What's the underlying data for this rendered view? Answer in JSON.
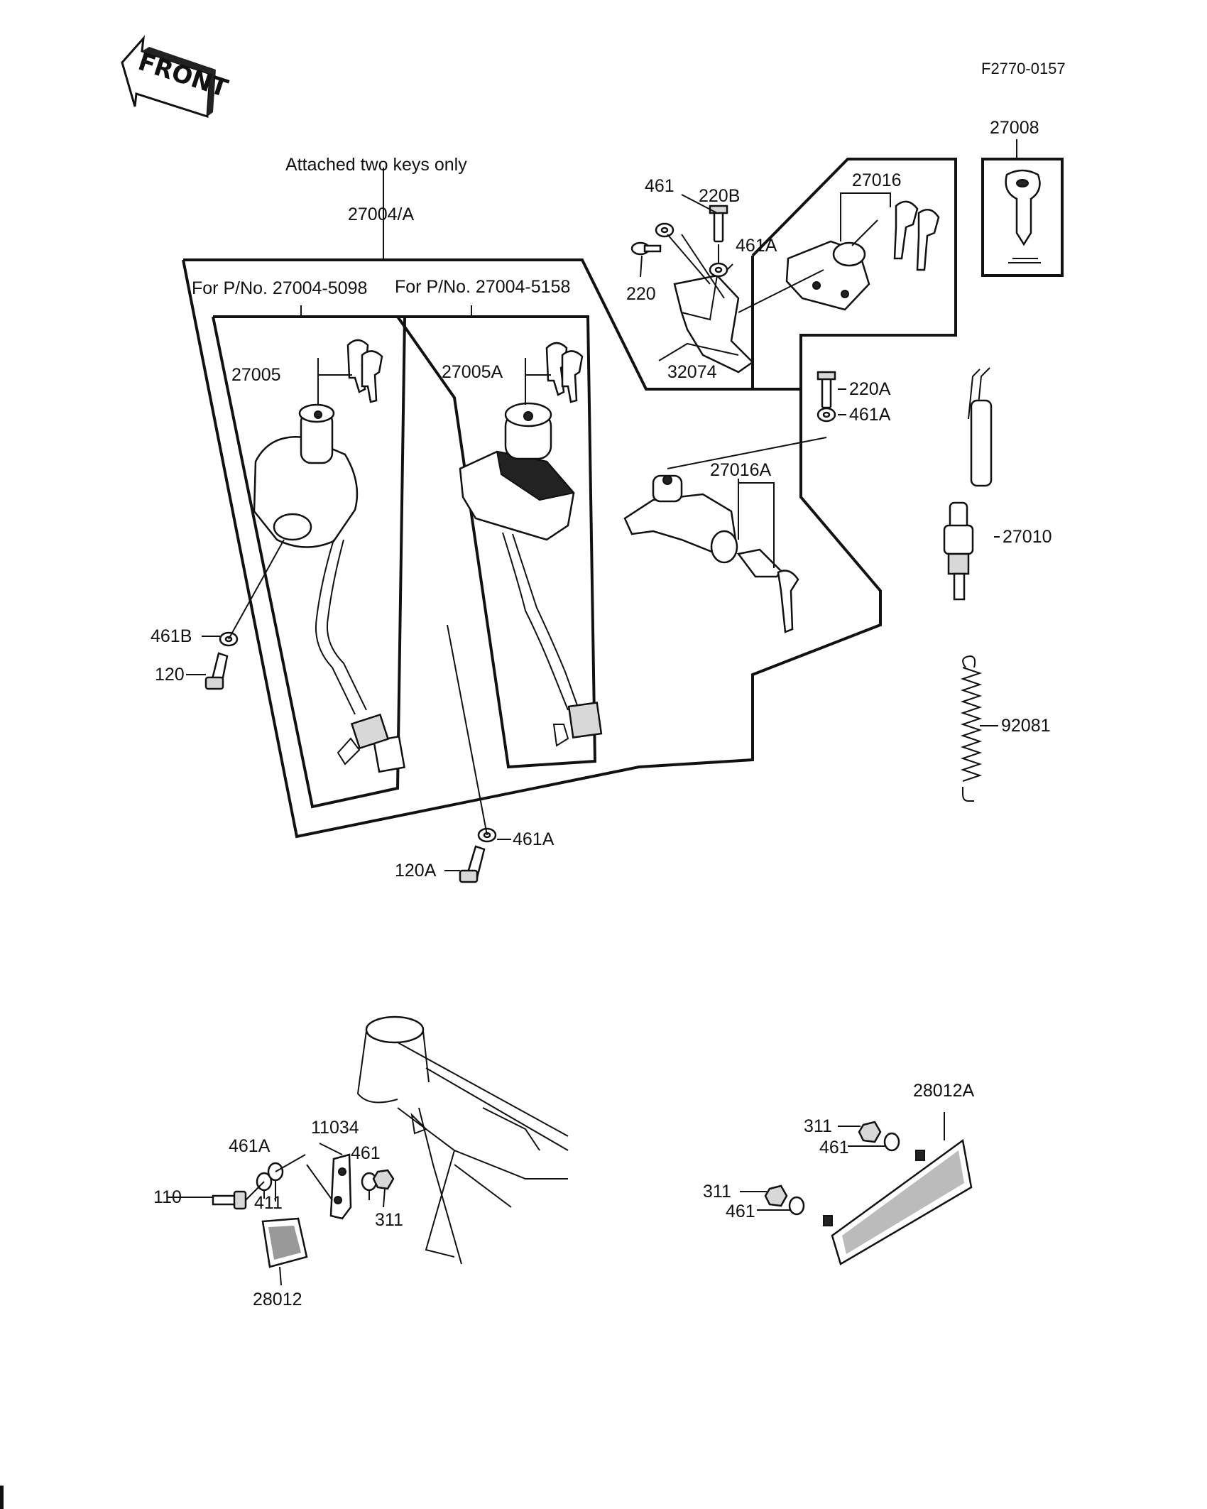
{
  "diagram_code": "F2770-0157",
  "front_label": "FRONT",
  "notes": {
    "keys_note": "Attached two keys only",
    "assembly": "27004/A",
    "variant_a": "For P/No. 27004-5098",
    "variant_b": "For P/No. 27004-5158"
  },
  "parts": {
    "p27008": "27008",
    "p27016": "27016",
    "p461_top": "461",
    "p220B": "220B",
    "p461A_top": "461A",
    "p220": "220",
    "p32074": "32074",
    "p220A": "220A",
    "p461A_mid": "461A",
    "p27016A": "27016A",
    "p27010": "27010",
    "p92081": "92081",
    "p27005": "27005",
    "p27005A": "27005A",
    "p461B": "461B",
    "p120": "120",
    "p461A_low": "461A",
    "p120A": "120A",
    "p11034": "11034",
    "p461A_ref": "461A",
    "p461_ref": "461",
    "p110": "110",
    "p411": "411",
    "p311_ref": "311",
    "p28012": "28012",
    "p28012A": "28012A",
    "p311_a": "311",
    "p461_a": "461",
    "p311_b": "311",
    "p461_b": "461"
  }
}
